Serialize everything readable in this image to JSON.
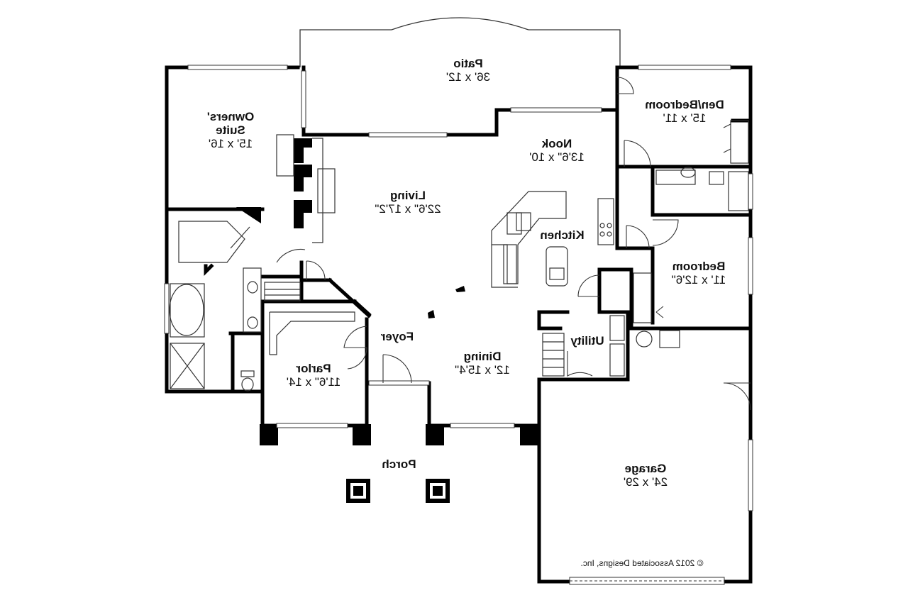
{
  "plan": {
    "rooms": {
      "patio": {
        "name": "Patio",
        "dim": "36' x 12'"
      },
      "owners_suite": {
        "name_l1": "Owners'",
        "name_l2": "Suite",
        "dim": "15' x 16'"
      },
      "den_bedroom": {
        "name": "Den/Bedroom",
        "dim": "15' x 11'"
      },
      "nook": {
        "name": "Nook",
        "dim": "13'6\" x 10'"
      },
      "living": {
        "name": "Living",
        "dim": "22'6\" x 17'2\""
      },
      "kitchen": {
        "name": "Kitchen"
      },
      "bedroom": {
        "name": "Bedroom",
        "dim": "11' x 12'6\""
      },
      "foyer": {
        "name": "Foyer"
      },
      "utility": {
        "name": "Utility"
      },
      "parlor": {
        "name": "Parlor",
        "dim": "11'6\" x 14'"
      },
      "dining": {
        "name": "Dining",
        "dim": "12' x 15'4\""
      },
      "porch": {
        "name": "Porch"
      },
      "garage": {
        "name": "Garage",
        "dim": "24' x 29'"
      }
    },
    "copyright": "© 2012 Associated Designs, Inc.",
    "colors": {
      "wall": "#000000",
      "line": "#111111",
      "window": "#7a7a7a",
      "background": "#ffffff"
    }
  }
}
